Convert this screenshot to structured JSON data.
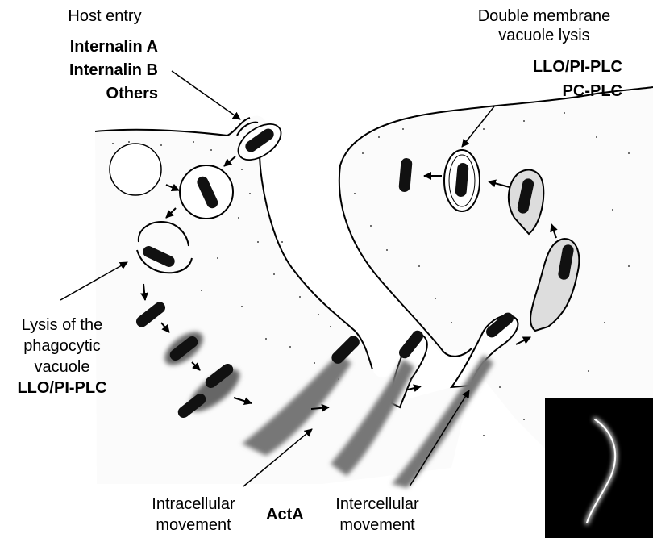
{
  "labels": {
    "host_entry": {
      "title": "Host entry",
      "factors": [
        "Internalin A",
        "Internalin B",
        "Others"
      ]
    },
    "vacuole_lysis_double": {
      "title_lines": [
        "Double membrane",
        "vacuole lysis"
      ],
      "factors": [
        "LLO/PI-PLC",
        "PC-PLC"
      ]
    },
    "phagocytic_lysis": {
      "title_lines": [
        "Lysis of the",
        "phagocytic",
        "vacuole"
      ],
      "factor": "LLO/PI-PLC"
    },
    "intracellular": {
      "lines": [
        "Intracellular",
        "movement"
      ]
    },
    "acta": "ActA",
    "intercellular": {
      "lines": [
        "Intercellular",
        "movement"
      ]
    }
  },
  "colors": {
    "ink": "#000000",
    "background": "#ffffff",
    "micrograph_bg": "#000000"
  }
}
